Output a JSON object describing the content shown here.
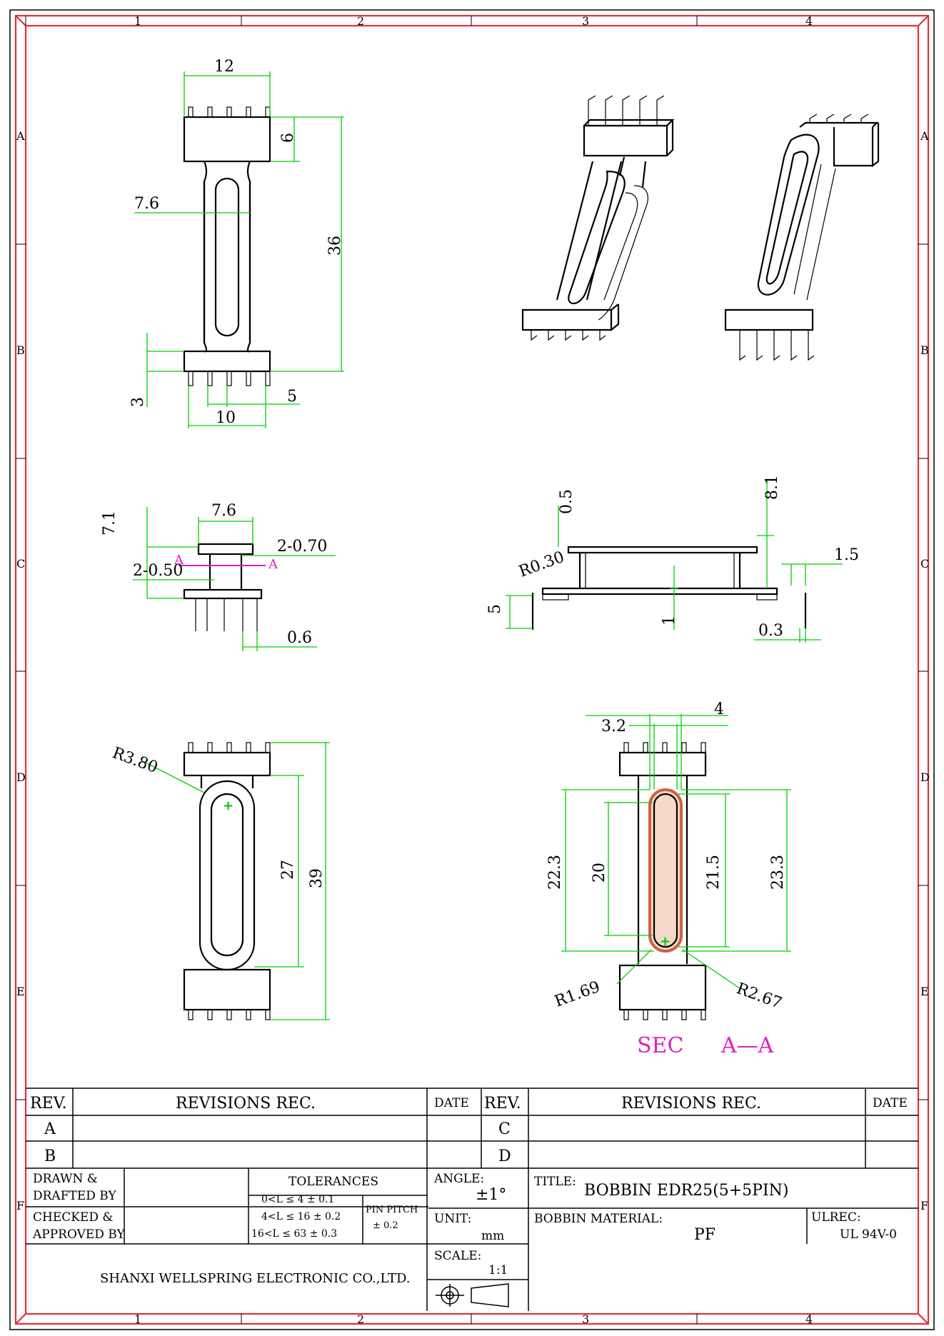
{
  "zones": {
    "columns": [
      "1",
      "2",
      "3",
      "4"
    ],
    "rows": [
      "A",
      "B",
      "C",
      "D",
      "E",
      "F"
    ]
  },
  "view_top": {
    "dims": {
      "w12": "12",
      "h6": "6",
      "w76": "7.6",
      "h36": "36",
      "h3": "3",
      "p5": "5",
      "w10": "10"
    }
  },
  "view_side": {
    "dims": {
      "h71": "7.1",
      "w76": "7.6",
      "t270": "2-0.70",
      "t250": "2-0.50",
      "a1": "A",
      "a2": "A",
      "p06": "0.6"
    }
  },
  "view_front": {
    "dims": {
      "d05": "0.5",
      "r030": "R0.30",
      "d81": "8.1",
      "d15": "1.5",
      "d5": "5",
      "d1": "1",
      "d03": "0.3"
    }
  },
  "view_bottom": {
    "dims": {
      "r380": "R3.80",
      "h27": "27",
      "h39": "39"
    }
  },
  "view_section": {
    "dims": {
      "w32": "3.2",
      "w4": "4",
      "h223": "22.3",
      "h20": "20",
      "h215": "21.5",
      "h233": "23.3",
      "r169": "R1.69",
      "r267": "R2.67"
    },
    "label_sec": "SEC",
    "label_aa": "A—A"
  },
  "colors": {
    "frame": "#e0303a",
    "dimension": "#00d000",
    "section": "#e020c0",
    "hatch": "#d06040"
  },
  "title_block": {
    "rev_header": "REV.",
    "revisions_header": "REVISIONS REC.",
    "date_header": "DATE",
    "rev_a": "A",
    "rev_b": "B",
    "rev_c": "C",
    "rev_d": "D",
    "drawn_by": "DRAWN  &",
    "drafted_by": "DRAFTED BY",
    "checked": "CHECKED  &",
    "approved_by": "APPROVED BY",
    "tolerances": "TOLERANCES",
    "tol_1": "0<L ≤ 4   ± 0.1",
    "tol_2": "4<L ≤ 16 ± 0.2",
    "tol_3": "16<L ≤ 63 ± 0.3",
    "pin_pitch": "PIN PITCH",
    "pin_pitch_tol": "± 0.2",
    "angle_label": "ANGLE:",
    "angle_value": "±1°",
    "unit_label": "UNIT:",
    "unit_value": "mm",
    "scale_label": "SCALE:",
    "scale_value": "1:1",
    "title_label": "TITLE:",
    "title_value": "BOBBIN  EDR25(5+5PIN)",
    "material_label": "BOBBIN MATERIAL:",
    "material_value": "PF",
    "ulrec_label": "ULREC:",
    "ulrec_value": "UL 94V-0",
    "company": "SHANXI WELLSPRING ELECTRONIC CO.,LTD."
  }
}
